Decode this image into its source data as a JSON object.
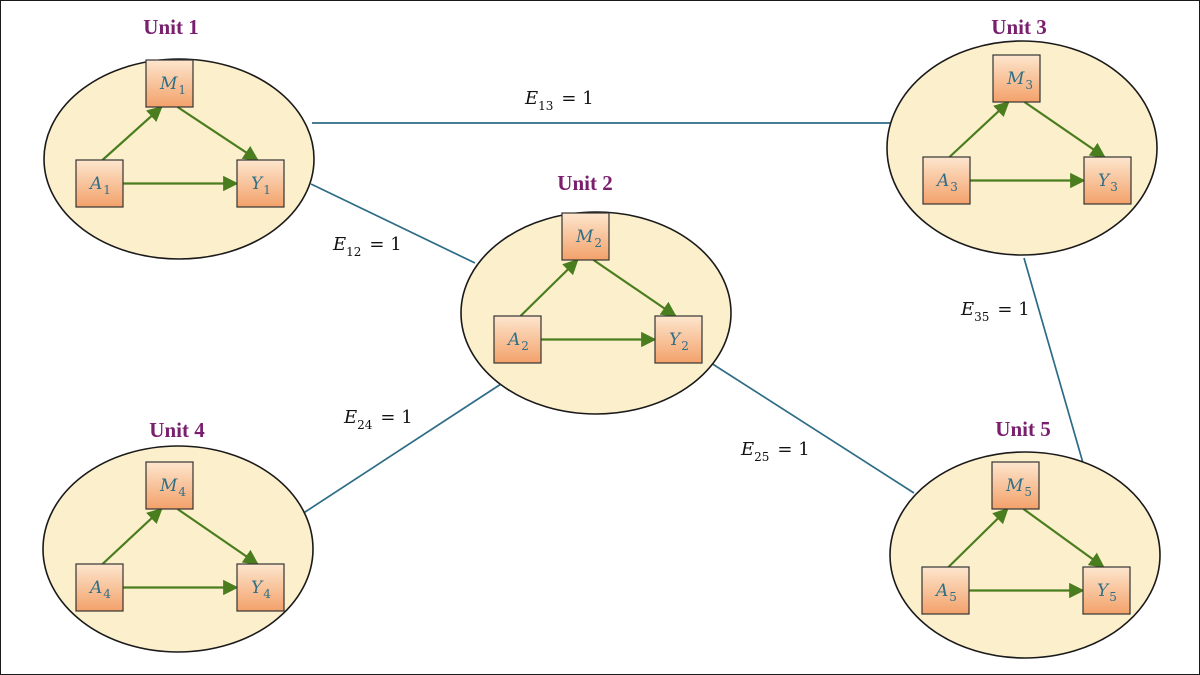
{
  "units": [
    {
      "id": 1,
      "title": "Unit 1",
      "M": "M",
      "A": "A",
      "Y": "Y",
      "sub": "1"
    },
    {
      "id": 2,
      "title": "Unit 2",
      "M": "M",
      "A": "A",
      "Y": "Y",
      "sub": "2"
    },
    {
      "id": 3,
      "title": "Unit 3",
      "M": "M",
      "A": "A",
      "Y": "Y",
      "sub": "3"
    },
    {
      "id": 4,
      "title": "Unit 4",
      "M": "M",
      "A": "A",
      "Y": "Y",
      "sub": "4"
    },
    {
      "id": 5,
      "title": "Unit 5",
      "M": "M",
      "A": "A",
      "Y": "Y",
      "sub": "5"
    }
  ],
  "edges": [
    {
      "from": 1,
      "to": 3,
      "base": "E",
      "sub": "13",
      "value": "= 1"
    },
    {
      "from": 1,
      "to": 2,
      "base": "E",
      "sub": "12",
      "value": "= 1"
    },
    {
      "from": 3,
      "to": 5,
      "base": "E",
      "sub": "35",
      "value": "= 1"
    },
    {
      "from": 2,
      "to": 4,
      "base": "E",
      "sub": "24",
      "value": "= 1"
    },
    {
      "from": 2,
      "to": 5,
      "base": "E",
      "sub": "25",
      "value": "= 1"
    }
  ],
  "colors": {
    "title": "#7a1f6e",
    "node_text": "#2e6f88",
    "arrow": "#4a7d1e",
    "edge": "#2d6c86",
    "ellipse_fill": "#fcefcc",
    "box_top": "#fde3c8",
    "box_bottom": "#f4a36b"
  }
}
